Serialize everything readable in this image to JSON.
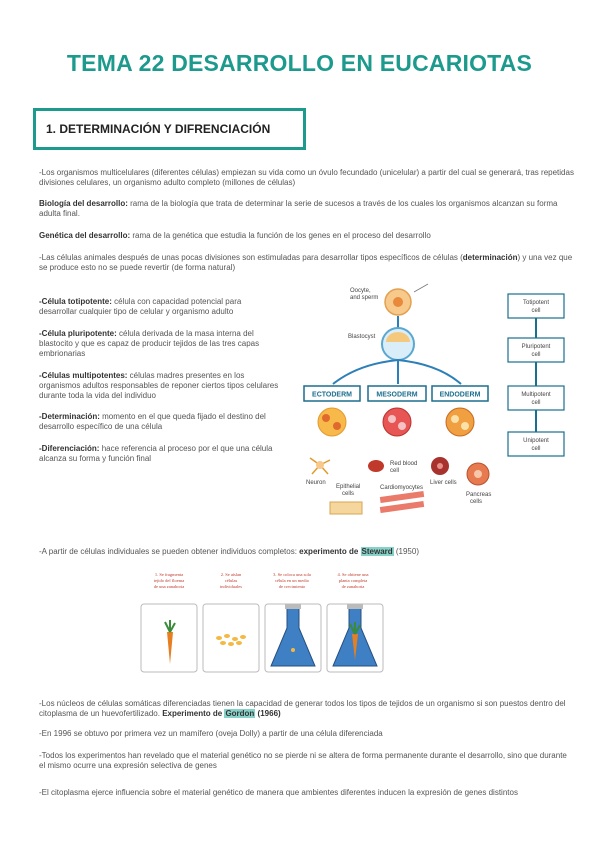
{
  "title": "TEMA 22 DESARROLLO EN EUCARIOTAS",
  "section": {
    "title": "1.   DETERMINACIÓN Y DIFRENCIACIÓN"
  },
  "intro": {
    "p1": "-Los organismos multicelulares (diferentes células) empiezan su vida como un óvulo fecundado (unicelular) a partir del cual se generará, tras repetidas divisiones celulares, un organismo adulto completo (millones de células)",
    "p2_term": "Biología del desarrollo:",
    "p2_text": " rama de la biología que trata de determinar la serie de sucesos a través de los cuales los organismos alcanzan su forma adulta final.",
    "p3_term": "Genética del desarrollo:",
    "p3_text": " rama de la genética que estudia la función de los genes en el proceso del desarrollo",
    "p4_a": "-Las células animales después de unas pocas divisiones son estimuladas para desarrollar tipos específicos de células (",
    "p4_term": "determinación",
    "p4_b": ") y una vez que se produce esto no se puede revertir (de forma natural)"
  },
  "definitions": [
    {
      "term": "-Célula totipotente:",
      "text": " célula con capacidad potencial para desarrollar cualquier tipo de celular y organismo adulto"
    },
    {
      "term": "-Célula pluripotente:",
      "text": " célula derivada de la masa interna del blastocito y que es capaz de producir tejidos de las tres capas embrionarias"
    },
    {
      "term": "-Células multipotentes:",
      "text": " células madres presentes en los organismos adultos responsables de reponer ciertos tipos celulares durante toda la vida del individuo"
    },
    {
      "term": "-Determinación:",
      "text": " momento en el que queda fijado el destino del desarrollo específico de una célula"
    },
    {
      "term": "-Diferenciación:",
      "text": " hace referencia al proceso por el que una célula alcanza su forma y función final"
    }
  ],
  "diagram1": {
    "oocyte": "Oocyte,",
    "sperm": "and sperm",
    "blastocyst": "Blastocyst",
    "layers": [
      "ECTODERM",
      "MESODERM",
      "ENDODERM"
    ],
    "neuron": "Neuron",
    "epithelial_1": "Epithelial",
    "epithelial_2": "cells",
    "red_blood_1": "Red blood",
    "red_blood_2": "cell",
    "cardiomyocytes": "Cardiomyocytes",
    "liver": "Liver cells",
    "pancreas_1": "Pancreas",
    "pancreas_2": "cells",
    "potency": [
      {
        "l1": "Totipotent",
        "l2": "cell"
      },
      {
        "l1": "Pluripotent",
        "l2": "cell"
      },
      {
        "l1": "Multipotent",
        "l2": "cell"
      },
      {
        "l1": "Unipotent",
        "l2": "cell"
      }
    ],
    "colors": {
      "ecto": "#1a6e8e",
      "meso": "#c0392b",
      "endo": "#2c7fb8"
    }
  },
  "steward": {
    "pre": "-A partir de células individuales se pueden obtener individuos completos: ",
    "bold": "experimento de ",
    "name": "Steward",
    "year": " (1950)"
  },
  "diagram2": {
    "captions": [
      {
        "l1": "1. Se fragmenta",
        "l2": "tejido del floema",
        "l3": "de una zanahoria"
      },
      {
        "l1": "2. Se aíslan",
        "l2": "células",
        "l3": "individuales"
      },
      {
        "l1": "3. Se coloca una sola",
        "l2": "célula en un medio",
        "l3": "de crecimiento"
      },
      {
        "l1": "4. Se obtiene una",
        "l2": "planta completa",
        "l3": "de zanahoria"
      }
    ]
  },
  "gordon": {
    "pre": "-Los núcleos de células somáticas diferenciadas tienen la capacidad de generar todos los tipos de tejidos de un organismo si son puestos dentro del citoplasma de un huevofertilizado. ",
    "bold": "Experimento de ",
    "name": "Gordon",
    "year": " (1966)"
  },
  "dolly": "-En 1996 se obtuvo por primera vez un mamífero (oveja Dolly) a partir de una célula diferenciada",
  "expression": "-Todos los experimentos han revelado que el material genético no se pierde ni se altera de forma permanente durante el desarrollo, sino que durante el mismo ocurre una expresión selectiva de genes",
  "cytoplasm": "-El citoplasma ejerce influencia sobre el material genético de manera que ambientes diferentes inducen la expresión de genes distintos"
}
